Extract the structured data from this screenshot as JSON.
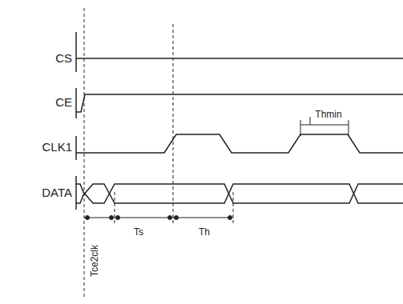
{
  "diagram": {
    "labels": [
      "CS",
      "CE",
      "CLK1",
      "DATA",
      "Tce2clk",
      "Ts",
      "Th",
      "Thmin"
    ]
  }
}
